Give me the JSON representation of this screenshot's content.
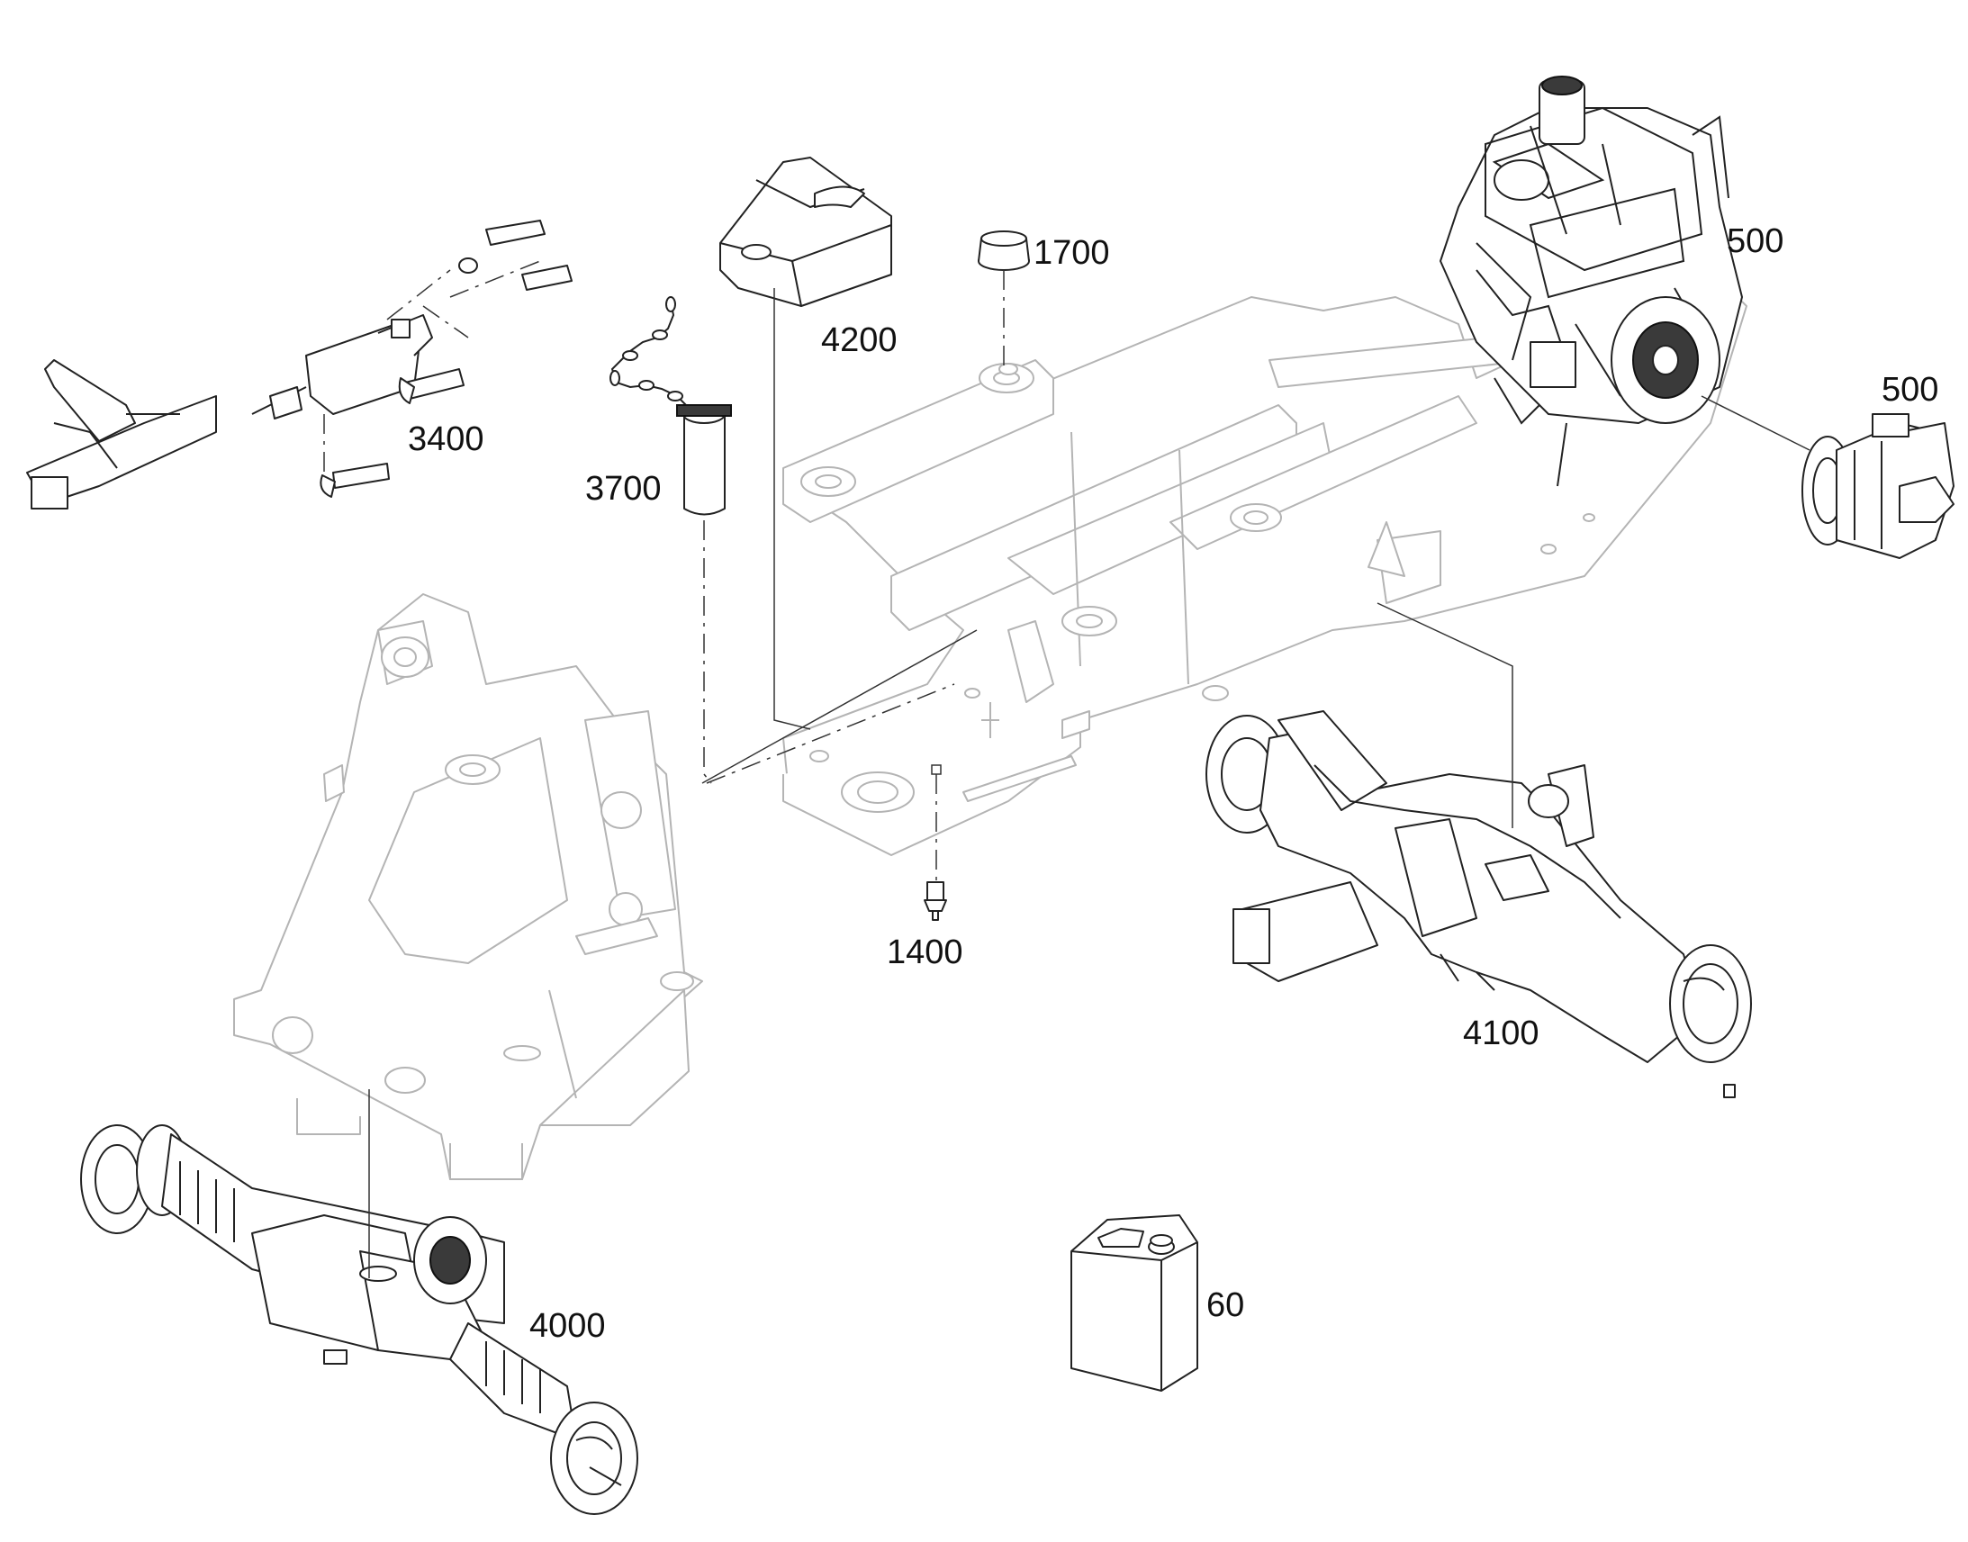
{
  "callouts": [
    {
      "id": "c-500-engine",
      "text": "500"
    },
    {
      "id": "c-500-pump",
      "text": "500"
    },
    {
      "id": "c-1700",
      "text": "1700"
    },
    {
      "id": "c-4200",
      "text": "4200"
    },
    {
      "id": "c-3400",
      "text": "3400"
    },
    {
      "id": "c-3700",
      "text": "3700"
    },
    {
      "id": "c-1400",
      "text": "1400"
    },
    {
      "id": "c-4100",
      "text": "4100"
    },
    {
      "id": "c-4000",
      "text": "4000"
    },
    {
      "id": "c-60",
      "text": "60"
    }
  ]
}
